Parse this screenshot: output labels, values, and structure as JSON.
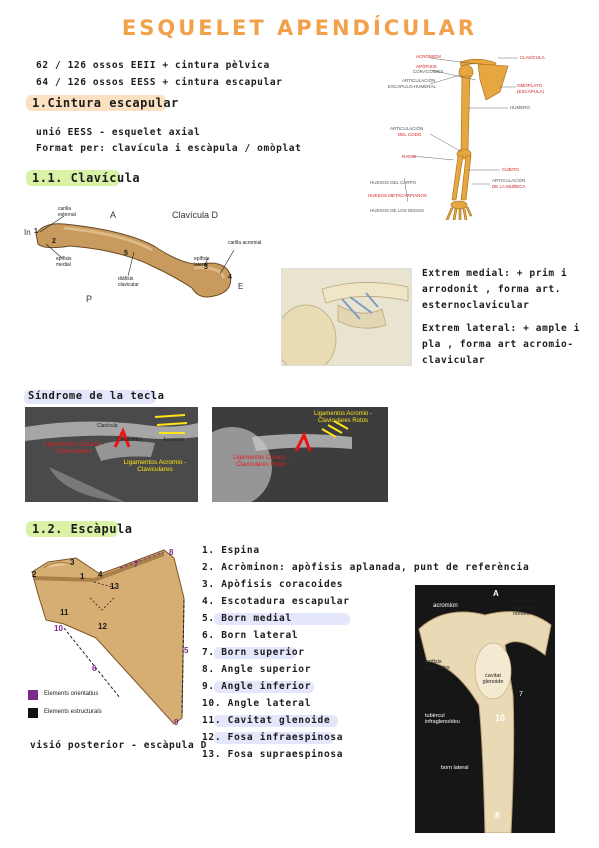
{
  "title": "ESQUELET APENDÍCULAR",
  "intro": {
    "line1": "62 / 126  ossos  EEII + cintura pèlvica",
    "line2": "64 / 126  ossos  EESS + cintura escapular"
  },
  "section1": {
    "heading": "1.Cintura escapular",
    "line1": "unió EESS - esquelet axial",
    "line2": "Format per: clavícula i escàpula / omòplat"
  },
  "skeleton": {
    "labels": {
      "acromion": "ACROMION",
      "apofisis": "APÒFISIS",
      "coracoides": "CORACOIDES",
      "art_escap": "ARTICULACIÓN",
      "art_escap2": "ESCAPULO-HUMERAL",
      "clavicula": "CLAVÍCULA",
      "omoplato": "OMÓPLATO",
      "escapula": "(ESCÁPULA)",
      "humero": "HÚMERO",
      "art_codo": "ARTICULACIÓN",
      "art_codo2": "DEL CODO",
      "radio": "RADIO",
      "cubito": "CÚBITO",
      "huesos_carpo": "HUESOS DEL CARPO",
      "art_muneca": "ARTICULACIÓN",
      "art_muneca2": "DE LA MUÑECA",
      "metacarpianos": "HUESOS METACARPIANOS",
      "dedos": "HUESOS DE LOS DEDOS"
    }
  },
  "section11": {
    "heading": "1.1. Clavícula",
    "diagram": {
      "title": "Clavícula D",
      "A": "A",
      "P": "P",
      "In": "In",
      "E": "E",
      "n1": "1",
      "n2": "2",
      "n3": "3",
      "n4": "4",
      "n5": "5",
      "carilla_esternal": "carilla esternal",
      "epifisis_medial": "epífisis medial",
      "diafisis": "diàfisis clavicular",
      "epifisis_lateral": "epífisis lateral",
      "carilla_acromial": "carilla acromial"
    },
    "extrem_medial": [
      "Extrem medial: + prim i",
      "arrodonit , forma art.",
      "esternoclavicular"
    ],
    "extrem_lateral": [
      "Extrem lateral: + ample i",
      "pla , forma art acromio-",
      "clavicular"
    ]
  },
  "sindrome": {
    "heading": "Síndrome de la tecla",
    "img1": {
      "clavicula": "Clavícula",
      "coracoides": "Coracoides",
      "acromion": "Acromion",
      "lig_red": "Ligamentos Coraco - Claviculares",
      "lig_yellow": "Ligamentos Acromio - Claviculares"
    },
    "img2": {
      "lig_yellow": "Ligamentos Acromio - Claviculares Rotos",
      "lig_red": "Ligamentos Coraco - Claviculares Rotos"
    }
  },
  "section12": {
    "heading": "1.2. Escàpula",
    "diagram": {
      "nums": [
        "1",
        "2",
        "3",
        "4",
        "5",
        "6",
        "7",
        "8",
        "9",
        "10",
        "11",
        "12",
        "13"
      ],
      "legend_orient": "Elements orientatius",
      "legend_estruct": "Elements estructurals",
      "legend_orient_color": "#7b2a8a",
      "legend_estruct_color": "#111111"
    },
    "caption": "visió posterior - escàpula D",
    "items": [
      "1. Espina",
      "2. Acròminon: apòfisis aplanada, punt de referència",
      "3. Apòfisis coracoides",
      "4. Escotadura escapular",
      "5. Born medial",
      "6. Born lateral",
      "7. Born superior",
      "8. Angle superior",
      "9. Angle inferior",
      "10. Angle lateral",
      "11. Cavitat glenoide",
      "12. Fosa infraespinosa",
      "13. Fosa supraespinosa"
    ],
    "photo": {
      "A": "A",
      "acromion": "acromion",
      "tuberc_supra": "tubèrcul supragle- noïdeu",
      "apofisis": "apòfisis coracoides",
      "cavitat": "cavitat glenoide",
      "tuberc_infra": "tubèrcul infraglenoïdeu",
      "born": "born lateral",
      "n7": "7",
      "n10": "10",
      "n8": "8"
    }
  }
}
